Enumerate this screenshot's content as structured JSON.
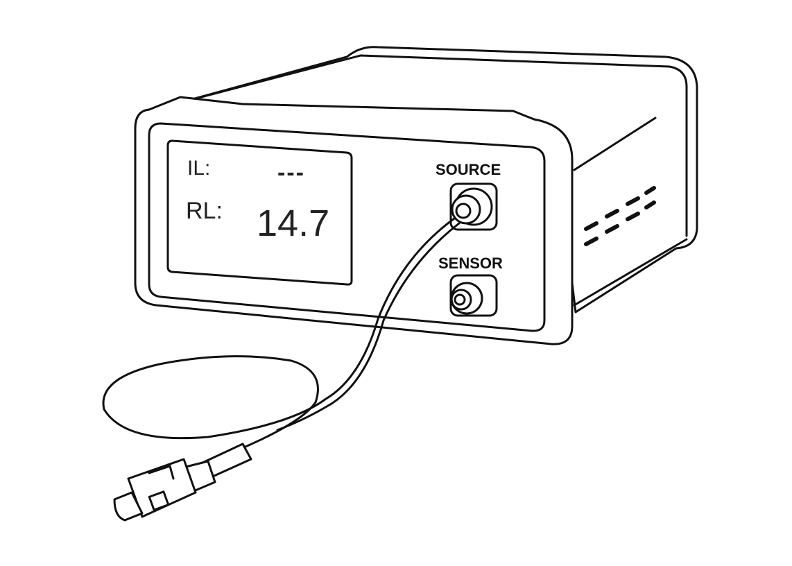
{
  "display": {
    "il_label": "IL:",
    "il_value": "---",
    "rl_label": "RL:",
    "rl_value": "14.7"
  },
  "ports": {
    "source_label": "SOURCE",
    "sensor_label": "SENSOR"
  }
}
